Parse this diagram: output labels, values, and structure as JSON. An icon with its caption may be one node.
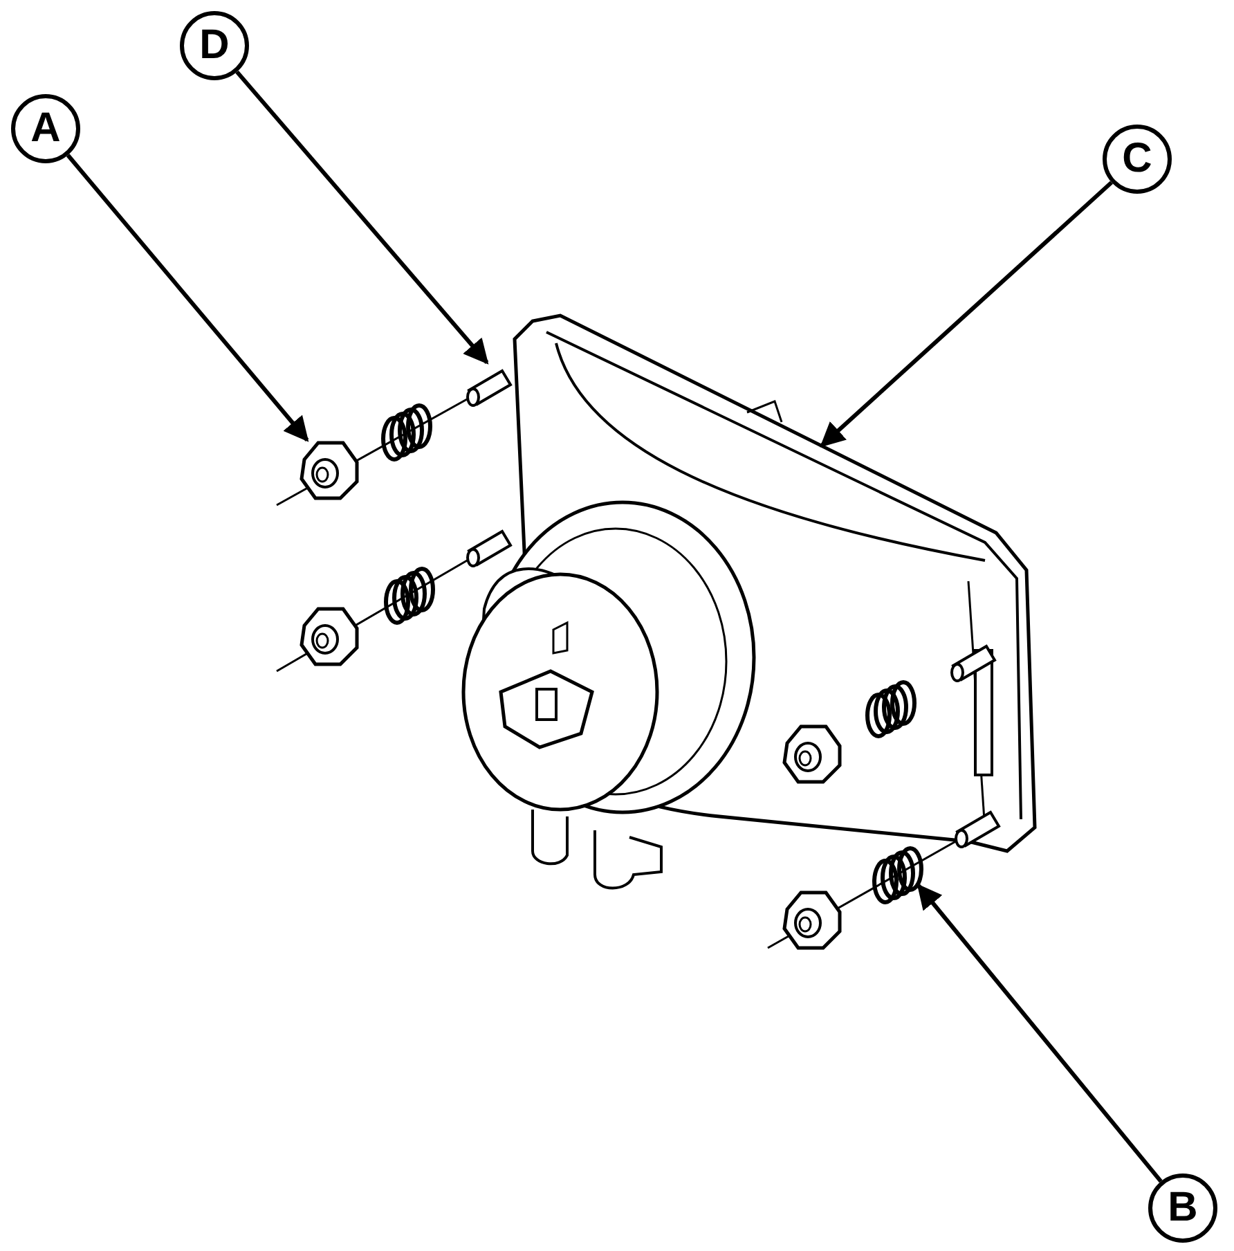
{
  "diagram": {
    "nodes": [
      {
        "text": [
          "D"
        ]
      },
      {
        "text": [
          "A"
        ]
      },
      {
        "text": [
          "C"
        ]
      },
      {
        "text": [
          "B"
        ]
      }
    ],
    "edges": [
      {
        "from": 0,
        "to": null,
        "arrow": "to"
      },
      {
        "from": 1,
        "to": null,
        "arrow": "to"
      },
      {
        "from": 2,
        "to": null,
        "arrow": "to"
      },
      {
        "from": 3,
        "to": null,
        "arrow": "to"
      }
    ]
  }
}
